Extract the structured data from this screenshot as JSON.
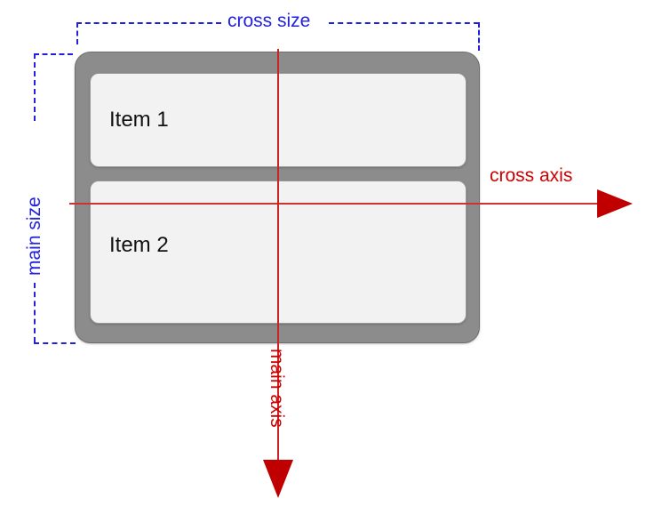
{
  "diagram": {
    "title": "Flexbox column direction diagram",
    "colors": {
      "axis_red": "#cc0000",
      "axis_line_red": "#cc3333",
      "measure_blue": "#2222dd",
      "container_gray": "#8c8c8c",
      "container_border": "#6e6e6e",
      "item_fill": "#f2f2f2",
      "item_border": "#9a9a9a",
      "item_text": "#111111",
      "background": "#ffffff"
    },
    "container": {
      "name": "flex-container"
    },
    "items": [
      {
        "label": "Item 1"
      },
      {
        "label": "Item 2"
      }
    ],
    "axes": [
      {
        "name": "cross-axis",
        "label": "cross axis",
        "direction": "right",
        "color": "#cc0000"
      },
      {
        "name": "main-axis",
        "label": "main axis",
        "direction": "down",
        "color": "#cc0000"
      }
    ],
    "measurements": [
      {
        "name": "cross-size",
        "label": "cross size",
        "orientation": "horizontal",
        "color": "#2222dd"
      },
      {
        "name": "main-size",
        "label": "main size",
        "orientation": "vertical",
        "color": "#2222dd"
      }
    ]
  }
}
